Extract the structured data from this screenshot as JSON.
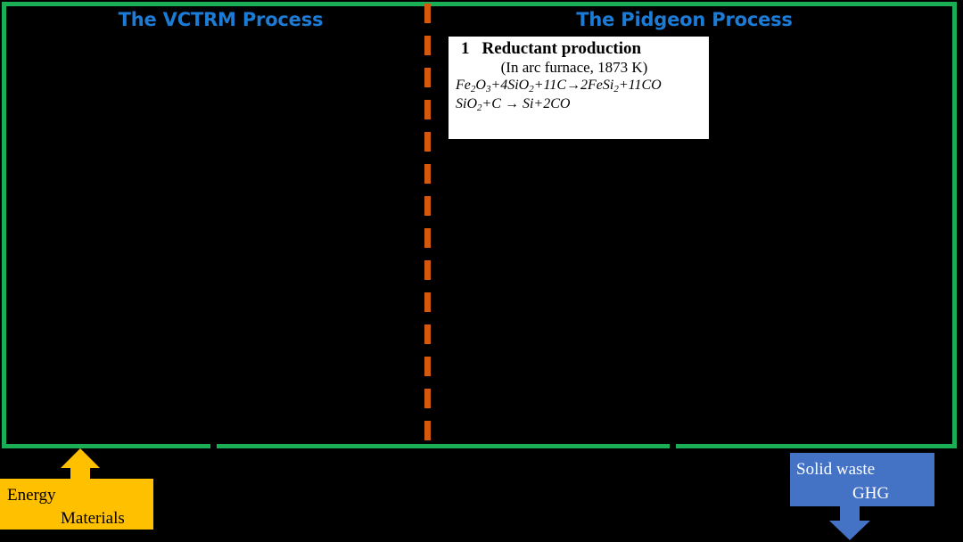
{
  "diagram": {
    "background_color": "#000000",
    "frame": {
      "name": "process-boundary",
      "border_color": "#1BAF55"
    },
    "divider": {
      "name": "process-divider",
      "color": "#D4590F",
      "style": "dashed-vertical"
    },
    "panels": [
      {
        "id": "vctrm",
        "title": "The VCTRM Process",
        "title_color": "#1C7BD4"
      },
      {
        "id": "pidgeon",
        "title": "The Pidgeon Process",
        "title_color": "#1C7BD4"
      }
    ],
    "steps": [
      {
        "number": "1",
        "title": "Reductant production",
        "subtitle": "(In arc furnace, 1873 K)",
        "equations": [
          "Fe2O3+4SiO2+11C→2FeSi2+11CO",
          "SiO2+C → Si+2CO"
        ],
        "box_color": "#FFFFFF"
      }
    ],
    "inputs": {
      "name": "energy-materials",
      "box_color": "#FFC000",
      "arrow_color": "#FFC000",
      "arrow_direction": "up",
      "lines": [
        "Energy",
        "Materials"
      ]
    },
    "outputs": {
      "name": "solid-waste-ghg",
      "box_color": "#4472C4",
      "arrow_color": "#4472C4",
      "arrow_direction": "down",
      "lines": [
        "Solid waste",
        "GHG"
      ]
    }
  }
}
